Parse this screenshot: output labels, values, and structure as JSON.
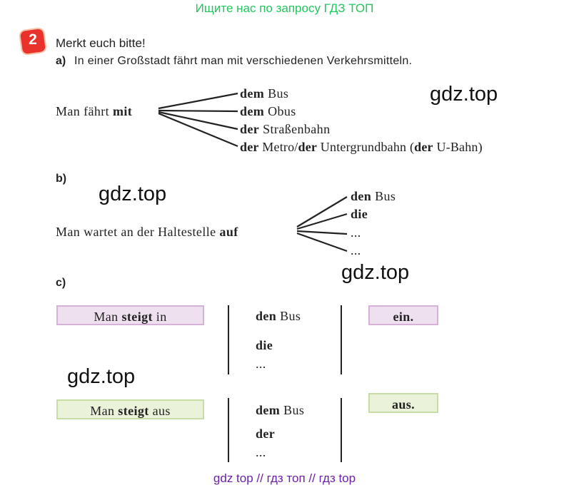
{
  "banner": "Ищите нас по запросу ГДЗ ТОП",
  "exercise": {
    "number": "2",
    "instruction": "Merkt euch bitte!"
  },
  "section_a": {
    "letter": "a)",
    "text": "In einer Großstadt fährt man mit verschiedenen Verkehrsmitteln.",
    "stem_plain": "Man fährt",
    "stem_bold": "mit",
    "branches": [
      {
        "art": "dem",
        "noun": "Bus"
      },
      {
        "art": "dem",
        "noun": "Obus"
      },
      {
        "art": "der",
        "noun": "Straßenbahn"
      },
      {
        "art": "der",
        "noun": "Metro/",
        "art2": "der",
        "noun2": "Untergrundbahn (",
        "art3": "der",
        "noun3": "U-Bahn)"
      }
    ]
  },
  "section_b": {
    "letter": "b)",
    "stem_plain": "Man wartet an der Haltestelle",
    "stem_bold": "auf",
    "branches": [
      {
        "art": "den",
        "noun": "Bus"
      },
      {
        "art": "die",
        "noun": ""
      },
      {
        "art": "",
        "noun": "..."
      },
      {
        "art": "",
        "noun": "..."
      }
    ]
  },
  "section_c": {
    "letter": "c)",
    "row1": {
      "left_plain": "Man",
      "left_bold": "steigt",
      "left_tail": "in",
      "mid1_art": "den",
      "mid1_noun": "Bus",
      "mid2": "die",
      "mid3": "...",
      "right": "ein."
    },
    "row2": {
      "left_plain": "Man",
      "left_bold": "steigt",
      "left_tail": "aus",
      "mid1_art": "dem",
      "mid1_noun": "Bus",
      "mid2": "der",
      "mid3": "...",
      "right": "aus."
    }
  },
  "watermarks": [
    "gdz.top",
    "gdz.top",
    "gdz.top",
    "gdz.top"
  ],
  "footer": "gdz top  //  гдз топ  //  гдз top"
}
